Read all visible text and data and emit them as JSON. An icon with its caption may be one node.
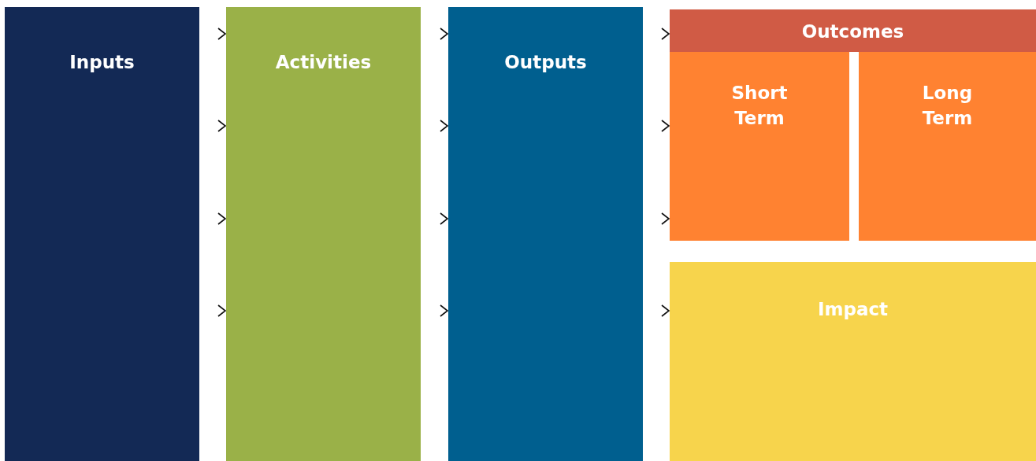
{
  "diagram": {
    "nodes": [
      {
        "text": [
          "Inputs"
        ]
      },
      {
        "text": [
          "Activities"
        ]
      },
      {
        "text": [
          "Outputs"
        ]
      },
      {
        "text": [
          "Outcomes"
        ]
      },
      {
        "text": [
          "Short Term"
        ]
      },
      {
        "text": [
          "Long Term"
        ]
      },
      {
        "text": [
          "Impact"
        ]
      }
    ],
    "edges": [
      {
        "from": 0,
        "to": 1,
        "arrow": "to"
      },
      {
        "from": 0,
        "to": 1,
        "arrow": "to"
      },
      {
        "from": 0,
        "to": 1,
        "arrow": "to"
      },
      {
        "from": 0,
        "to": 1,
        "arrow": "to"
      },
      {
        "from": 1,
        "to": 2,
        "arrow": "to"
      },
      {
        "from": 1,
        "to": 2,
        "arrow": "to"
      },
      {
        "from": 1,
        "to": 2,
        "arrow": "to"
      },
      {
        "from": 1,
        "to": 2,
        "arrow": "to"
      },
      {
        "from": 2,
        "to": 3,
        "arrow": "to"
      },
      {
        "from": 2,
        "to": 4,
        "arrow": "to"
      },
      {
        "from": 2,
        "to": 4,
        "arrow": "to"
      },
      {
        "from": 2,
        "to": 6,
        "arrow": "to"
      }
    ]
  }
}
